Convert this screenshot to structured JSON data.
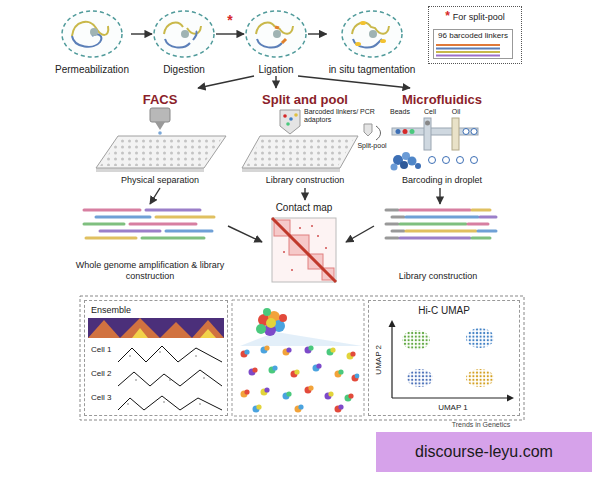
{
  "diagram": {
    "nodes": [
      {
        "text": [
          "Permeabilization"
        ]
      },
      {
        "text": [
          "Digestion"
        ]
      },
      {
        "text": [
          "Ligation"
        ]
      },
      {
        "text": [
          "in situ tagmentation"
        ]
      },
      {
        "text": [
          "*",
          "For split-pool"
        ]
      },
      {
        "text": [
          "96 barcoded linkers"
        ],
        "in": 4
      },
      {
        "text": [
          "FACS",
          "Physical separation"
        ]
      },
      {
        "text": [
          "Split and pool",
          "Library construction"
        ]
      },
      {
        "text": [
          "Microfluidics",
          "Barcoding in droplet"
        ]
      },
      {
        "text": [
          "Whole genome amplification & library construction"
        ]
      },
      {
        "text": [
          "Contact map"
        ]
      },
      {
        "text": [
          "Library construction"
        ]
      },
      {
        "text": [
          "Ensemble",
          "Cell 1",
          "Cell 2",
          "Cell 3"
        ]
      },
      {
        "text": [
          "Hi-C UMAP",
          "UMAP 2",
          "UMAP 1"
        ]
      }
    ],
    "edges": [
      {
        "from": 0,
        "to": 1,
        "arrow": "to"
      },
      {
        "from": 1,
        "to": 2,
        "arrow": "to"
      },
      {
        "from": 2,
        "to": 3,
        "arrow": "to"
      },
      {
        "from": 2,
        "to": 6,
        "arrow": "to"
      },
      {
        "from": 2,
        "to": 7,
        "arrow": "to"
      },
      {
        "from": 2,
        "to": 8,
        "arrow": "to"
      },
      {
        "from": 6,
        "to": 9,
        "arrow": "to"
      },
      {
        "from": 7,
        "to": 10,
        "arrow": "to"
      },
      {
        "from": 8,
        "to": 11,
        "arrow": "to"
      },
      {
        "from": 9,
        "to": 10,
        "arrow": "to"
      },
      {
        "from": 11,
        "to": 10,
        "arrow": "to"
      }
    ],
    "labels": [
      "*",
      "Barcoded linkers/ PCR adaptors",
      "Split-pool",
      "Beads",
      "Cell",
      "Oil",
      "Trends in Genetics",
      "discourse-leyu.com"
    ]
  }
}
